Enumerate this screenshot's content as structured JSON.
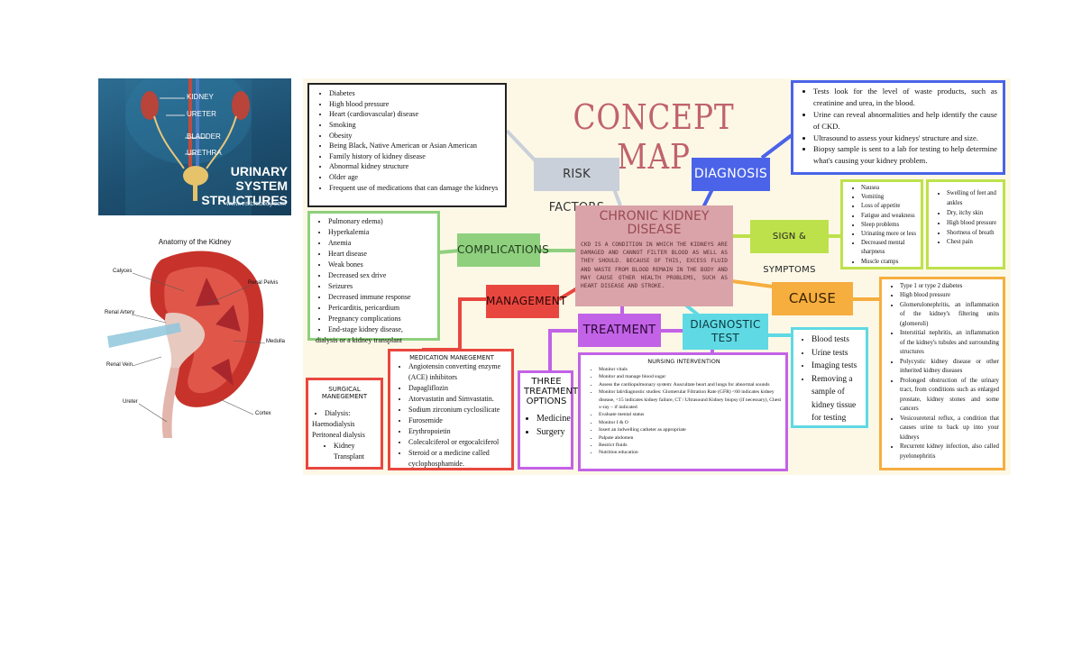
{
  "urinary_image": {
    "labels": [
      "KIDNEY",
      "URETER",
      "BLADDER",
      "URETHRA"
    ],
    "title_line1": "URINARY SYSTEM",
    "title_line2": "STRUCTURES",
    "credit": "www.visiblebody.com"
  },
  "anatomy_image": {
    "title": "Anatomy of the Kidney",
    "labels": {
      "calyces": "Calyces",
      "renal_pelvis": "Renal Pelvis",
      "renal_artery": "Renal Artery",
      "medulla": "Medulla",
      "renal_vein": "Renal Vein",
      "ureter": "Ureter",
      "cortex": "Cortex"
    }
  },
  "map": {
    "title": "CONCEPT MAP",
    "center": {
      "title_line1": "CHRONIC KIDNEY",
      "title_line2": "DISEASE",
      "description": "CKD IS A CONDITION IN WHICH THE KIDNEYS ARE DAMAGED AND CANNOT FILTER BLOOD AS WELL AS THEY SHOULD. BECAUSE OF THIS, EXCESS FLUID AND WASTE FROM BLOOD REMAIN IN THE BODY AND MAY CAUSE OTHER HEALTH PROBLEMS, SUCH AS HEART DISEASE AND STROKE."
    },
    "nodes": {
      "risk_factors": "RISK FACTORS",
      "diagnosis": "DIAGNOSIS",
      "sign_symptoms": "SIGN & SYMPTOMS",
      "complications": "COMPLICATIONS",
      "management": "MANAGEMENT",
      "cause": "CAUSE",
      "treatment": "TREATMENT",
      "diagnostic_test_line1": "DIAGNOSTIC",
      "diagnostic_test_line2": "TEST"
    },
    "risk_factors_list": [
      "Diabetes",
      "High blood pressure",
      "Heart (cardiovascular) disease",
      "Smoking",
      "Obesity",
      "Being Black, Native American or Asian American",
      "Family history of kidney disease",
      "Abnormal kidney structure",
      "Older age",
      "Frequent use of medications that can damage the kidneys"
    ],
    "diagnosis_list": [
      "Tests look for the level of waste products, such as creatinine and urea, in the blood.",
      "Urine can reveal abnormalities and help identify the cause of CKD.",
      "Ultrasound to assess your kidneys' structure and size.",
      "Biopsy sample is sent to a lab for testing to help determine what's causing your kidney problem."
    ],
    "symptoms_col1": [
      "Nausea",
      "Vomiting",
      "Loss of appetite",
      "Fatigue and weakness",
      "Sleep problems",
      "Urinating more or less",
      "Decreased mental sharpness",
      "Muscle cramps"
    ],
    "symptoms_col2": [
      "Swelling of feet and ankles",
      "Dry, itchy skin",
      "High blood pressure",
      "Shortness of breath",
      "Chest pain"
    ],
    "complications_list": [
      "Pulmonary edema)",
      "Hyperkalemia",
      "Anemia",
      "Heart disease",
      "Weak bones",
      "Decreased sex drive",
      "Seizures",
      "Decreased immune response",
      "Pericarditis,  pericardium",
      "Pregnancy complications",
      "End-stage kidney disease,"
    ],
    "complications_tail": "dialysis or a kidney transplant",
    "cause_list": [
      "Type 1 or type 2 diabetes",
      "High blood pressure",
      "Glomerulonephritis, an inflammation of the kidney's filtering units (glomeruli)",
      "Interstitial nephritis, an inflammation of the kidney's tubules and surrounding structures",
      "Polycystic kidney disease or other inherited kidney diseases",
      "Prolonged obstruction of the urinary tract, from conditions such as enlarged prostate, kidney stones and some cancers",
      "Vesicoureteral reflux, a condition that causes urine to back up into your kidneys",
      "Recurrent kidney infection, also called pyelonephritis"
    ],
    "diagnostic_test_list": [
      "Blood tests",
      "Urine tests",
      "Imaging tests",
      "Removing a sample of kidney tissue for testing"
    ],
    "surgical": {
      "title": "SURGICAL MANEGEMENT",
      "item1": "Dialysis:",
      "line2": "Haemodialysis",
      "line3": "Peritoneal dialysis",
      "item2": "Kidney Transplant"
    },
    "medication": {
      "title": "MEDICATION MANEGEMENT",
      "items": [
        "Angiotensin converting enzyme (ACE) inhibitors",
        "Dapagliflozin",
        "Atorvastatin and Simvastatin.",
        "Sodium zirconium cyclosilicate",
        "Furosemide",
        "Erythropoietin",
        "Colecalciferol or ergocalciferol",
        "Steroid or a medicine called cyclophosphamide."
      ]
    },
    "treatment_options": {
      "title_line1": "THREE",
      "title_line2": "TREATMENT",
      "title_line3": "OPTIONS",
      "items": [
        "Medicine",
        "Surgery"
      ]
    },
    "nursing": {
      "title": "NURSING INTERVENTION",
      "items": [
        "Monitor vitals",
        "Monitor and manage blood sugar",
        "Assess the cardiopulmonary system: Auscultate heart and lungs for abnormal sounds",
        "Monitor lab/diagnostic studies: Glomerular Filtration Rate (GFR) <60 indicates kidney disease, <15 indicates kidney failure, CT / Ultrasound Kidney biopsy (if necessary), Chest x-ray – if indicated",
        "Evaluate mental status",
        "Monitor I & O",
        "Insert an indwelling catheter as appropriate",
        "Palpate abdomen",
        "Restrict fluids",
        "Nutrition education"
      ]
    },
    "colors": {
      "risk": "#c9d0d9",
      "diagnosis": "#4a63e8",
      "symptoms": "#bde14b",
      "complications": "#8fd07e",
      "management": "#e8473f",
      "cause": "#f6ae3f",
      "treatment": "#c262e6",
      "diagnostic_test": "#5fd9e4",
      "center": "#d9a3a9",
      "title": "#c0636b"
    }
  }
}
